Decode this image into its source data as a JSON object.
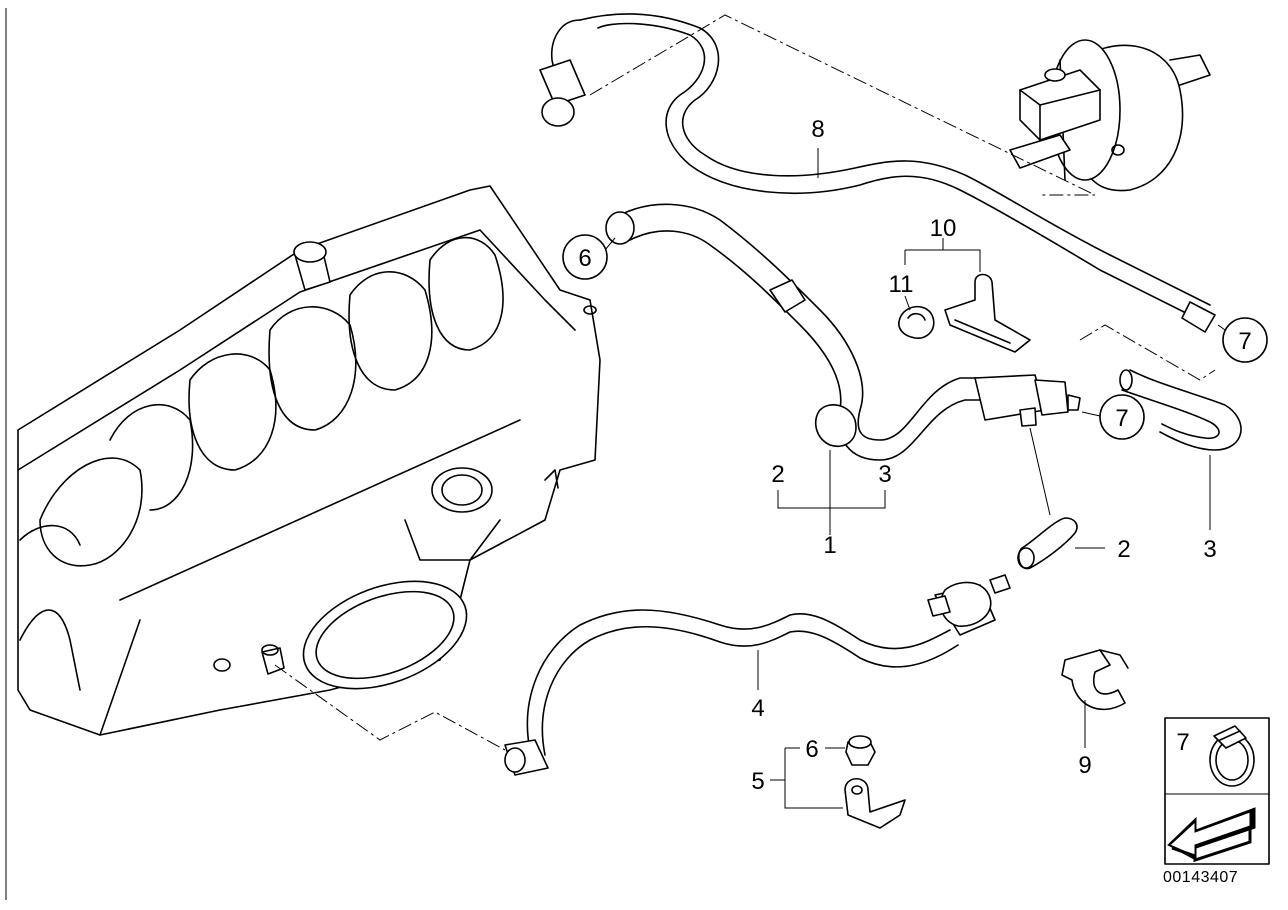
{
  "diagram_id": "00143407",
  "callouts": [
    {
      "id": "p1",
      "text": "1"
    },
    {
      "id": "p2a",
      "text": "2"
    },
    {
      "id": "p3a",
      "text": "3"
    },
    {
      "id": "p2b",
      "text": "2"
    },
    {
      "id": "p3b",
      "text": "3"
    },
    {
      "id": "p4",
      "text": "4"
    },
    {
      "id": "p5",
      "text": "5"
    },
    {
      "id": "p6",
      "text": "6"
    },
    {
      "id": "p7a",
      "text": "7"
    },
    {
      "id": "p7b",
      "text": "7"
    },
    {
      "id": "p7c",
      "text": "7"
    },
    {
      "id": "p8",
      "text": "8"
    },
    {
      "id": "p9",
      "text": "9"
    },
    {
      "id": "p10",
      "text": "10"
    },
    {
      "id": "p11",
      "text": "11"
    }
  ],
  "legend": {
    "number": "7"
  }
}
